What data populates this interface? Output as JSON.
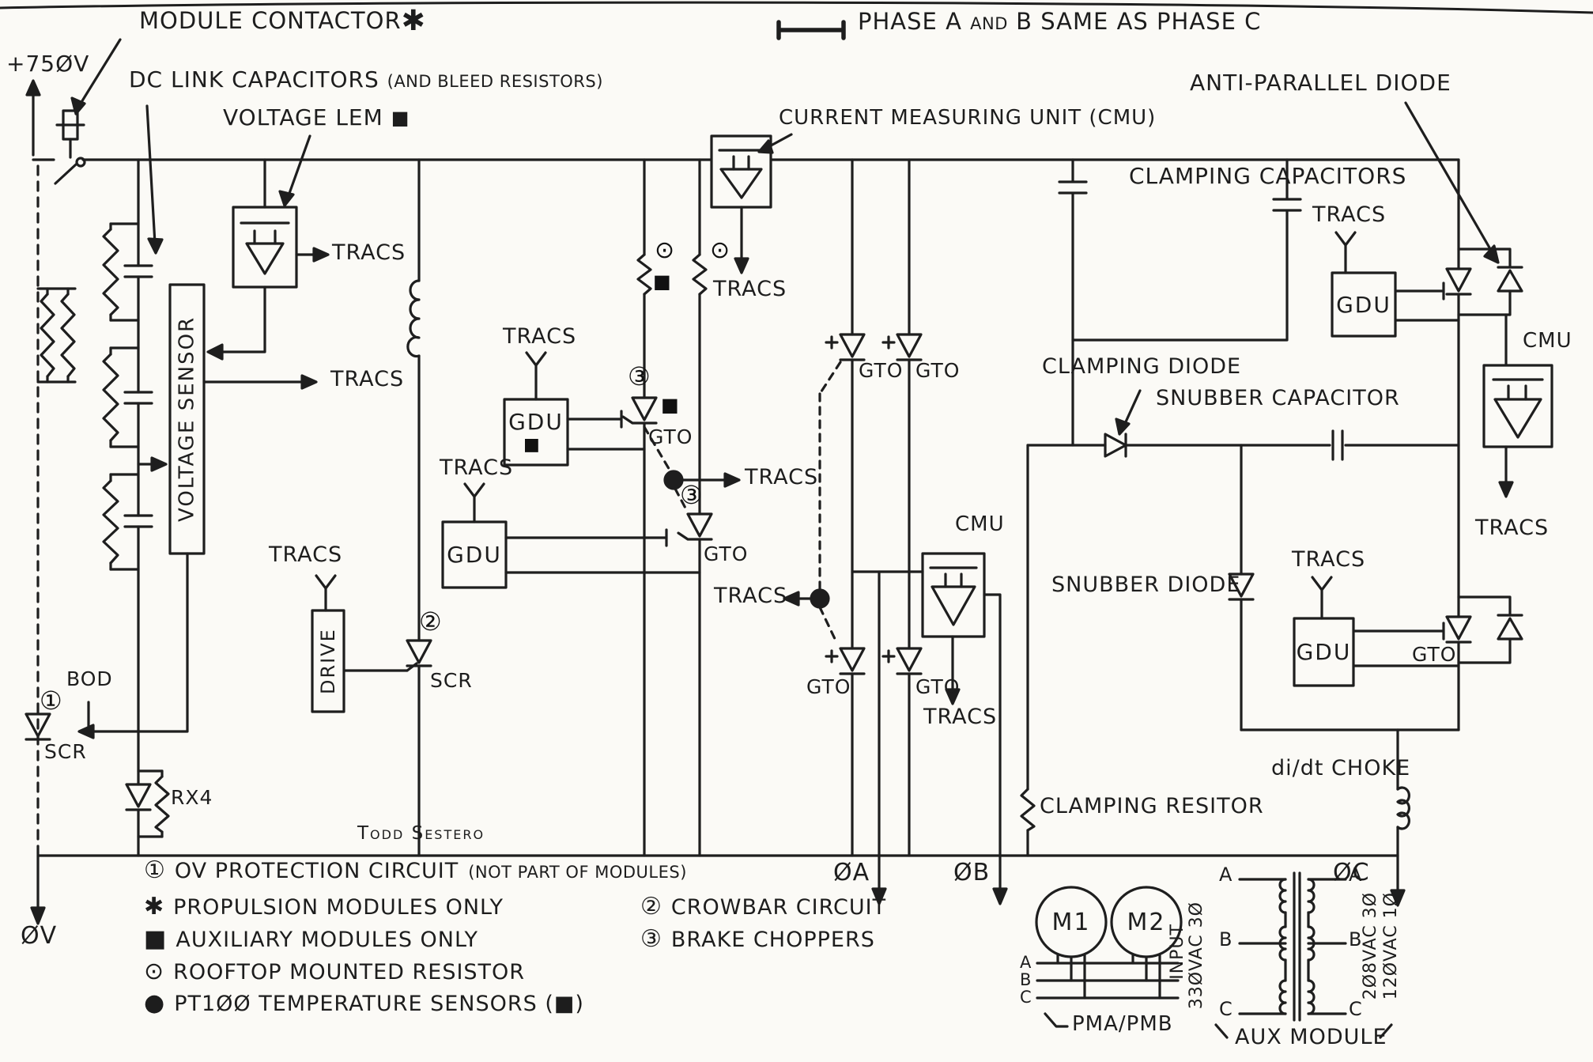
{
  "colors": {
    "ink": "#1d1d1d",
    "paper": "#fbfaf6"
  },
  "labels": {
    "module_contactor": "MODULE CONTACTOR",
    "star": "✱",
    "supply_top": "+75ØV",
    "supply_bottom": "ØV",
    "dc_link": "DC LINK CAPACITORS",
    "dc_link_note": "(AND BLEED RESISTORS)",
    "voltage_lem": "VOLTAGE LEM",
    "square": "■",
    "rooftop": "⊙",
    "phase_note_a": "PHASE A",
    "phase_note_and": "AND",
    "phase_note_b": "B SAME AS PHASE C",
    "cmu_full": "CURRENT MEASURING UNIT (CMU)",
    "anti_parallel_diode": "ANTI-PARALLEL DIODE",
    "clamping_capacitors": "CLAMPING CAPACITORS",
    "clamping_diode": "CLAMPING DIODE",
    "snubber_capacitor": "SNUBBER CAPACITOR",
    "snubber_diode": "SNUBBER DIODE",
    "clamping_resistor": "CLAMPING RESITOR",
    "didt_choke": "di/dt CHOKE",
    "voltage_sensor": "VOLTAGE SENSOR",
    "drive": "DRIVE",
    "gdu": "GDU",
    "tracs": "TRACS",
    "gto": "GTO",
    "cmu": "CMU",
    "scr": "SCR",
    "bod": "BOD",
    "rx4": "RX4",
    "circ1": "①",
    "circ2": "②",
    "circ3": "③",
    "phase_a_out": "ØA",
    "phase_b_out": "ØB",
    "phase_c_out": "ØC",
    "signature": "Todd Sestero"
  },
  "legend": {
    "col1": [
      {
        "marker": "①",
        "text": "OV PROTECTION CIRCUIT",
        "note": "(NOT PART OF MODULES)"
      },
      {
        "marker": "✱",
        "text": "PROPULSION MODULES ONLY",
        "note": ""
      },
      {
        "marker": "■",
        "text": "AUXILIARY MODULES ONLY",
        "note": ""
      },
      {
        "marker": "⊙",
        "text": "ROOFTOP MOUNTED RESISTOR",
        "note": ""
      },
      {
        "marker": "●",
        "text": "PT1ØØ TEMPERATURE SENSORS (■)",
        "note": ""
      }
    ],
    "col2": [
      {
        "marker": "②",
        "text": "CROWBAR CIRCUIT"
      },
      {
        "marker": "③",
        "text": "BRAKE CHOPPERS"
      }
    ]
  },
  "output_section": {
    "m1": "M1",
    "m2": "M2",
    "pma": "PMA/PMB",
    "aux": "AUX MODULE",
    "input_label": "INPUT",
    "input_rating": "33ØVAC 3Ø",
    "out_rating_1": "2Ø8VAC 3Ø",
    "out_rating_2": "12ØVAC 1Ø",
    "ph1": "A",
    "ph2": "B",
    "ph3": "C"
  }
}
